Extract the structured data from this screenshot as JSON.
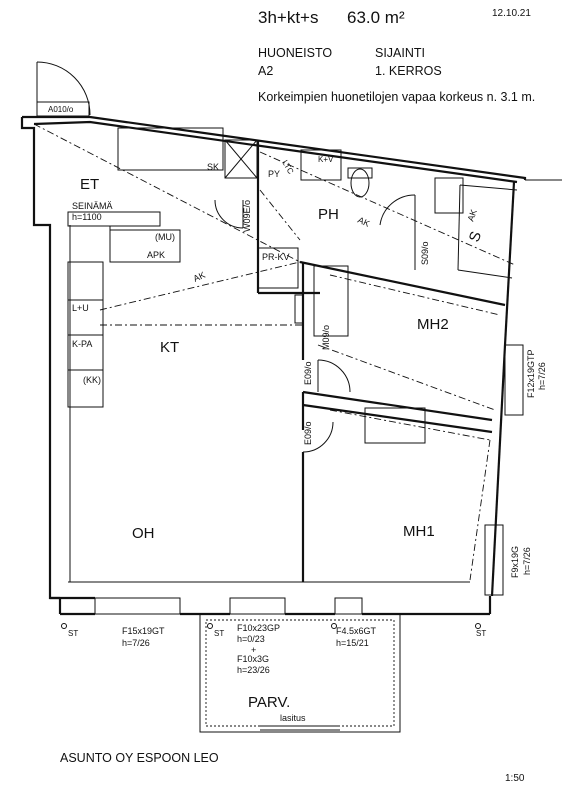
{
  "header": {
    "apartment_type": "3h+kt+s",
    "area": "63.0 m²",
    "date": "12.10.21",
    "apartment_label": "HUONEISTO",
    "apartment_value": "A2",
    "location_label": "SIJAINTI",
    "location_value": "1. KERROS",
    "ceiling_note": "Korkeimpien huonetilojen vapaa korkeus n. 3.1 m."
  },
  "rooms": {
    "et": "ET",
    "kt": "KT",
    "oh": "OH",
    "ph": "PH",
    "mh1": "MH1",
    "mh2": "MH2",
    "parv": "PARV."
  },
  "labels": {
    "door_a010": "A010/o",
    "wall_height": "SEINÄMÄ",
    "wall_height_value": "h=1100",
    "sk": "SK",
    "py": "PY",
    "ltc": "LTC",
    "kv": "K+V",
    "mu": "(MU)",
    "apk": "APK",
    "lu": "L+U",
    "kpa": "K-PA",
    "kk": "(KK)",
    "ak1": "AK",
    "ak2": "AK",
    "ak3": "AK",
    "prkv": "PR-KV",
    "door_w09": "W09E/o",
    "door_s09": "S09/o",
    "door_m09": "M09/o",
    "door_e09": "E09/o",
    "door_60": "E09/o",
    "s_label": "S",
    "lasitus": "lasitus",
    "st": "ST",
    "win_f15": "F15x19GT",
    "win_f15_h": "h=7/26",
    "win_f10a": "F10x23GP",
    "win_f10a_h": "h=0/23",
    "win_plus": "+",
    "win_f10b": "F10x3G",
    "win_f10b_h": "h=23/26",
    "win_f45": "F4.5x6GT",
    "win_f45_h": "h=15/21",
    "win_f12": "F12x19GTP",
    "win_f12_h": "h=7/26",
    "win_f9": "F9x19G",
    "win_f9_h": "h=7/26"
  },
  "footer": {
    "company": "ASUNTO OY ESPOON LEO",
    "scale": "1:50"
  }
}
